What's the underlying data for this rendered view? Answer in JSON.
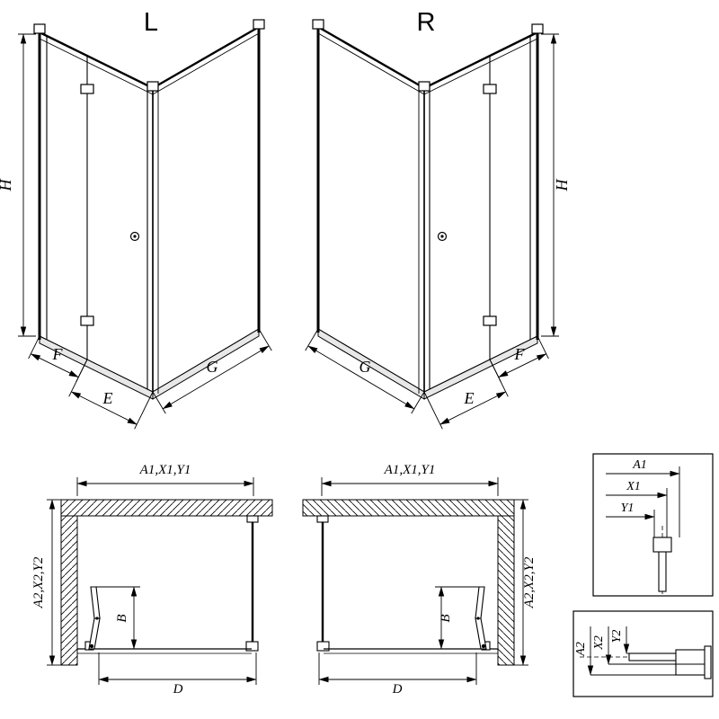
{
  "drawing": {
    "perspective_left": {
      "variant": "L",
      "height": "H",
      "fixed_width": "F",
      "entry_width": "E",
      "side_width": "G"
    },
    "perspective_right": {
      "variant": "R",
      "height": "H",
      "fixed_width": "F",
      "entry_width": "E",
      "side_width": "G"
    },
    "plan_left": {
      "top_width": "A1,X1,Y1",
      "side_depth": "A2,X2,Y2",
      "door_projection": "B",
      "entry_clear_width": "D"
    },
    "plan_right": {
      "top_width": "A1,X1,Y1",
      "side_depth": "A2,X2,Y2",
      "door_projection": "B",
      "entry_clear_width": "D"
    },
    "detail_width_profile": {
      "a": "A1",
      "x": "X1",
      "y": "Y1"
    },
    "detail_depth_profile": {
      "a": "A2",
      "x": "X2",
      "y": "Y2"
    },
    "colors": {
      "line": "#000000",
      "tray": "#e8e8e8",
      "background": "#ffffff"
    }
  }
}
